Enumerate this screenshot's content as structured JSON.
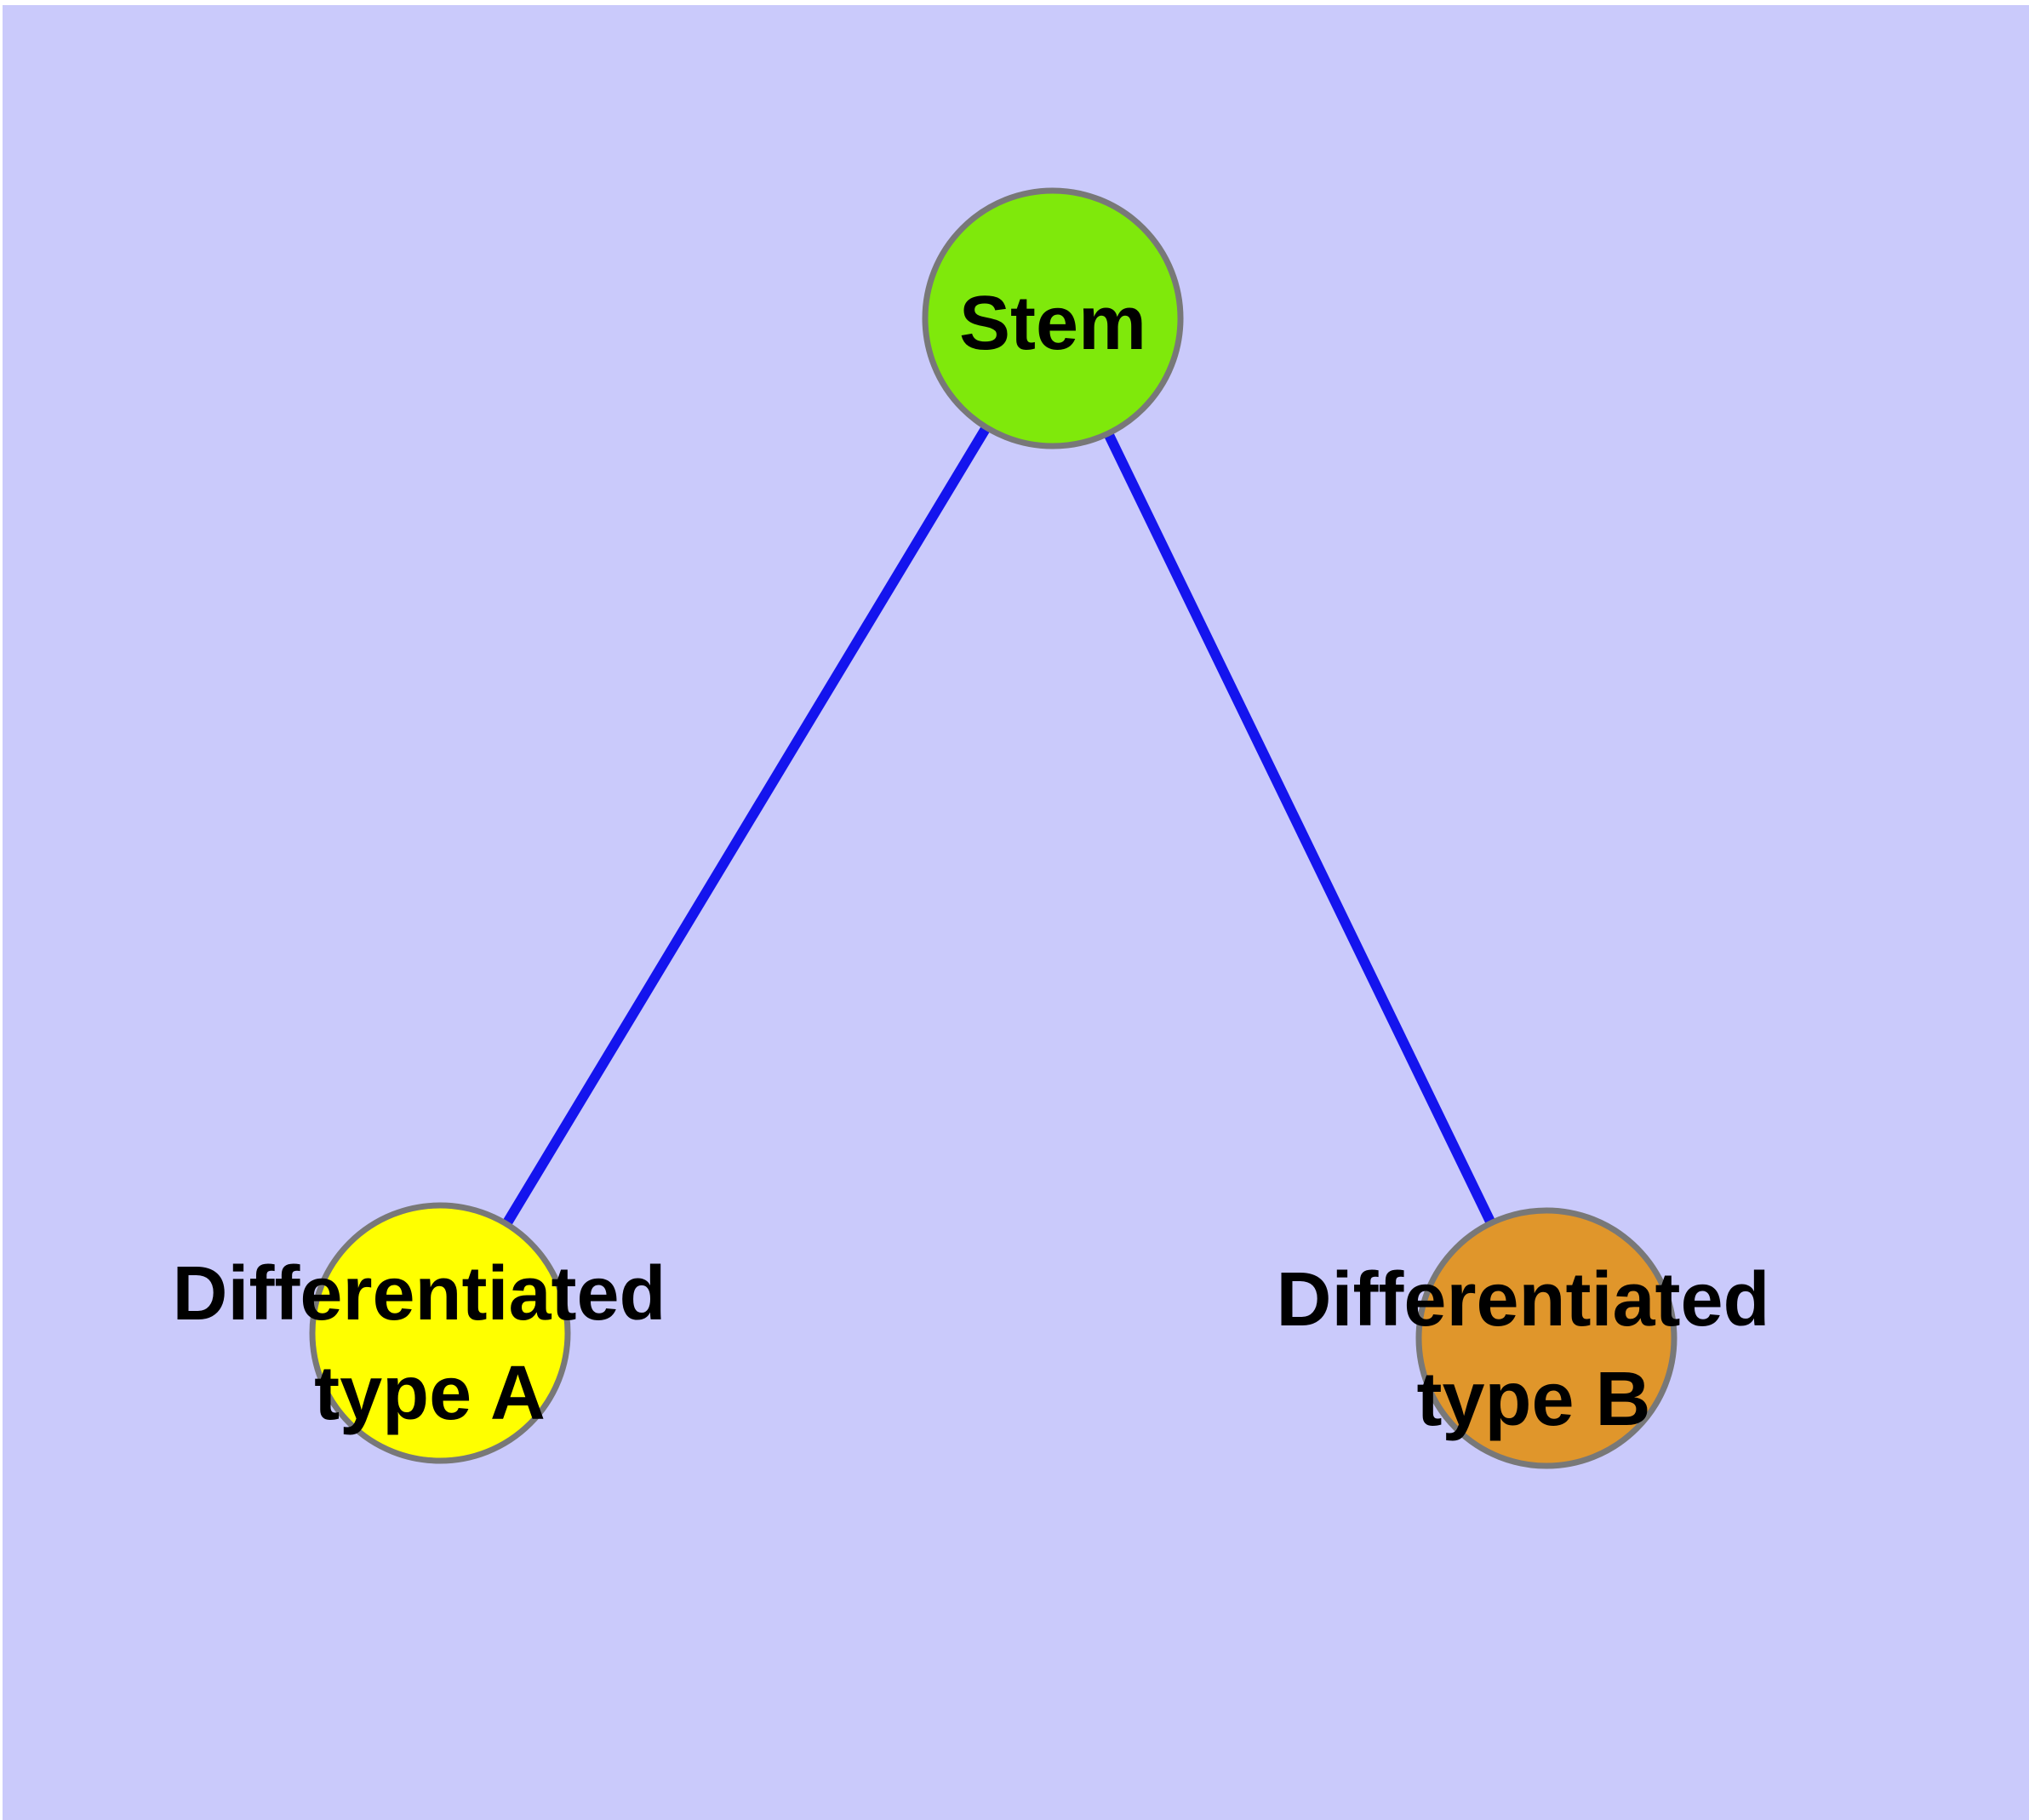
{
  "diagram": {
    "background_color": "#CACAFB",
    "margin_color": "#FFFFFF",
    "edge_color": "#1414EE",
    "node_border_color": "#787878",
    "label_color": "#000000",
    "nodes": [
      {
        "id": "stem",
        "label": "Stem",
        "label_lines": [
          "Stem"
        ],
        "fill_color": "#7FE90B"
      },
      {
        "id": "differentiated-type-a",
        "label": "Differentiated type A",
        "label_lines": [
          "Differentiated",
          "type A"
        ],
        "fill_color": "#FFFF00"
      },
      {
        "id": "differentiated-type-b",
        "label": "Differentiated type B",
        "label_lines": [
          "Differentiated",
          "type B"
        ],
        "fill_color": "#E0962B"
      }
    ],
    "edges": [
      {
        "from": "Stem",
        "to": "Differentiated type A"
      },
      {
        "from": "Stem",
        "to": "Differentiated type B"
      }
    ]
  }
}
